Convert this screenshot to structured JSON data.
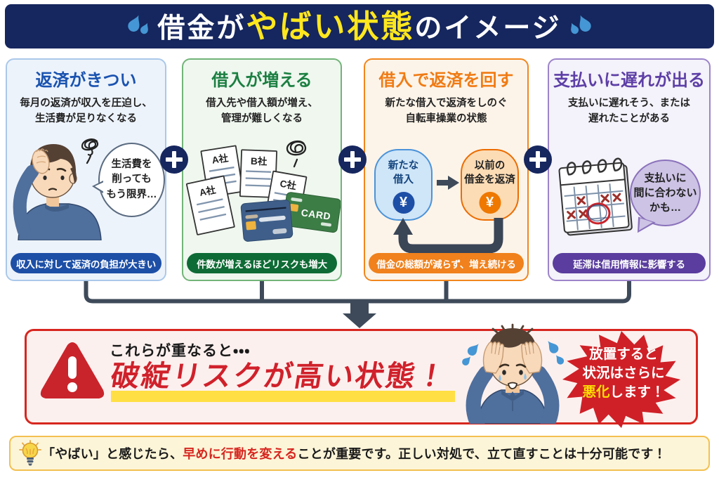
{
  "header": {
    "title_part1": "借金が",
    "title_highlight": "やばい状態",
    "title_part2": "のイメージ",
    "bg_color": "#16265e",
    "highlight_color": "#ffe71e"
  },
  "plus_separator": "+",
  "cards": [
    {
      "title": "返済がきつい",
      "desc_line1": "毎月の返済が収入を圧迫し、",
      "desc_line2": "生活費が足りなくなる",
      "bubble_line1": "生活費を",
      "bubble_line2": "削っても",
      "bubble_line3": "もう限界…",
      "pill": "収入に対して返済の負担が大きい",
      "accent": "#1a53b0",
      "pill_bg": "#1d4fa6"
    },
    {
      "title": "借入が増える",
      "desc_line1": "借入先や借入額が増え、",
      "desc_line2": "管理が難しくなる",
      "doc_label1": "A社",
      "doc_label2": "B社",
      "doc_label3": "C社",
      "doc_label4": "A社",
      "card_label": "CARD",
      "pill": "件数が増えるほどリスクも増大",
      "accent": "#1b7f41",
      "pill_bg": "#0e6b35"
    },
    {
      "title": "借入で返済を回す",
      "desc_line1": "新たな借入で返済をしのぐ",
      "desc_line2": "自転車操業の状態",
      "blob_left_line1": "新たな",
      "blob_left_line2": "借入",
      "blob_right_line1": "以前の",
      "blob_right_line2": "借金を返済",
      "yen": "¥",
      "pill": "借金の総額が減らず、増え続ける",
      "accent": "#f07b14",
      "pill_bg": "#f0811c"
    },
    {
      "title": "支払いに遅れが出る",
      "desc_line1": "支払いに遅れそう、または",
      "desc_line2": "遅れたことがある",
      "bubble_line1": "支払いに",
      "bubble_line2": "間に合わない",
      "bubble_line3": "かも…",
      "pill": "延滞は信用情報に影響する",
      "accent": "#5d3fa6",
      "pill_bg": "#5a3d9e"
    }
  ],
  "alert": {
    "lead": "これらが重なると・・・",
    "main": "破綻リスクが高い状態！",
    "badge_line1": "放置すると",
    "badge_line2": "状況はさらに",
    "badge_line3_em": "悪化",
    "badge_line3_rest": "します！",
    "border_color": "#d7261f",
    "main_color": "#d0212b",
    "marker_color": "#ffdf43"
  },
  "footer": {
    "part1": "「やばい」と感じたら、",
    "em": "早めに行動を変える",
    "part2": "ことが重要です。正しい対処で、立て直すことは十分可能です！"
  },
  "icons": {
    "sweat-drops-icon": "#4596d4",
    "plus-icon": "#16265e",
    "scribble-icon": "#222222",
    "warning-triangle-icon": "#c9242b",
    "starburst-badge": "#cf2027",
    "lightbulb-icon": "#f7d64a",
    "down-arrow-connector": "#3e4a59"
  }
}
